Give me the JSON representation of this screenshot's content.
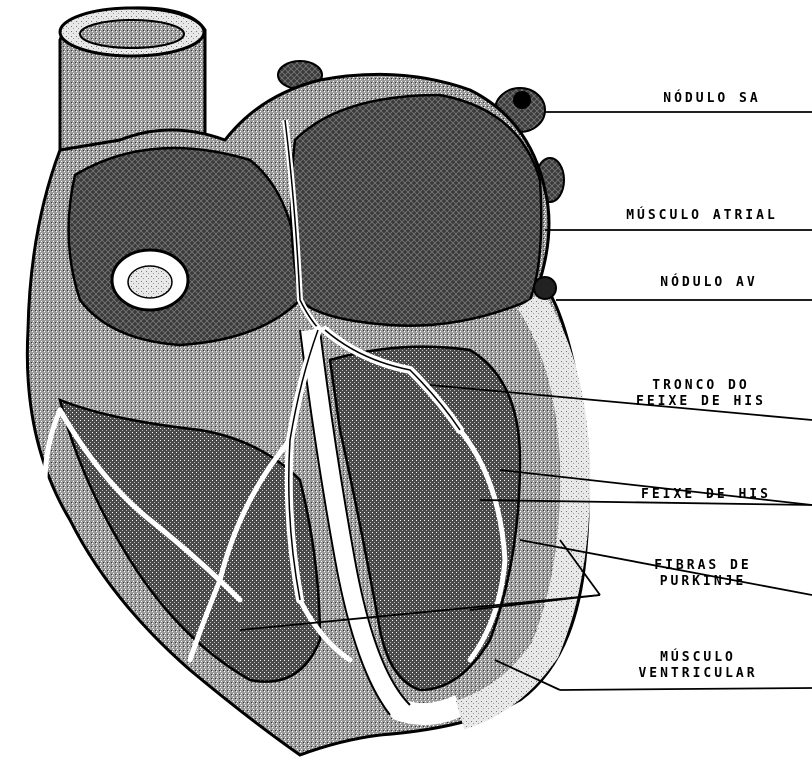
{
  "labels": {
    "sa_node": "NÓDULO SA",
    "atrial_muscle": "MÚSCULO ATRIAL",
    "av_node": "NÓDULO AV",
    "his_trunk": [
      "TRONCO DO",
      "FEIXE DE HIS"
    ],
    "his_bundle": "FEIXE DE HIS",
    "purkinje": [
      "FIBRAS DE",
      "PURKINJE"
    ],
    "ventricular_muscle": [
      "MÚSCULO",
      "VENTRICULAR"
    ]
  },
  "colors": {
    "ink": "#000000",
    "dark_tissue": "#3a3a3a",
    "mid_tissue": "#8a8a8a",
    "light_tissue": "#d8d8d8",
    "paper": "#ffffff"
  }
}
